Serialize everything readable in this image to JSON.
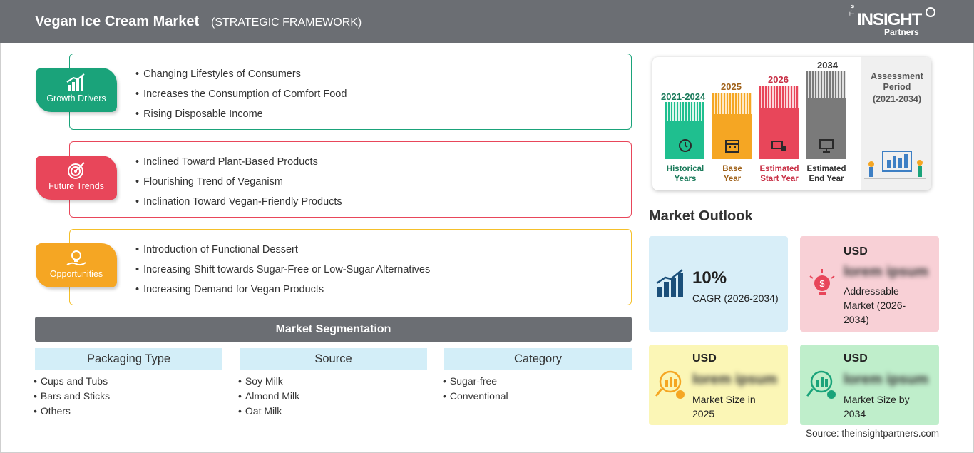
{
  "header": {
    "title": "Vegan Ice Cream Market",
    "subtitle": "(STRATEGIC FRAMEWORK)",
    "logo": {
      "the": "The",
      "insight": "INSIGHT",
      "partners": "Partners"
    }
  },
  "drivers": [
    {
      "label": "Growth Drivers",
      "color": "#1aa37a",
      "icon": "growth-chart-icon",
      "items": [
        "Changing Lifestyles of Consumers",
        "Increases the Consumption of Comfort Food",
        "Rising Disposable Income"
      ]
    },
    {
      "label": "Future Trends",
      "color": "#e8465a",
      "icon": "target-icon",
      "items": [
        "Inclined Toward Plant-Based Products",
        "Flourishing Trend of Veganism",
        "Inclination Toward Vegan-Friendly Products"
      ]
    },
    {
      "label": "Opportunities",
      "color": "#f5a623",
      "icon": "lightbulb-hand-icon",
      "items": [
        "Introduction of Functional Dessert",
        "Increasing Shift towards Sugar-Free or Low-Sugar Alternatives",
        "Increasing Demand for Vegan Products"
      ]
    }
  ],
  "segmentation": {
    "title": "Market Segmentation",
    "columns": [
      {
        "heading": "Packaging Type",
        "items": [
          "Cups and Tubs",
          "Bars and Sticks",
          "Others"
        ]
      },
      {
        "heading": "Source",
        "items": [
          "Soy Milk",
          "Almond Milk",
          "Oat Milk"
        ]
      },
      {
        "heading": "Category",
        "items": [
          "Sugar-free",
          "Conventional"
        ]
      }
    ]
  },
  "period": {
    "bars": [
      {
        "year": "2021-2024",
        "label_line1": "Historical",
        "label_line2": "Years",
        "color": "#1fbf8f",
        "year_color": "#1a7a5a",
        "icon": "history-icon"
      },
      {
        "year": "2025",
        "label_line1": "Base",
        "label_line2": "Year",
        "color": "#f5a623",
        "year_color": "#a0621a",
        "icon": "calendar-icon"
      },
      {
        "year": "2026",
        "label_line1": "Estimated",
        "label_line2": "Start Year",
        "color": "#e8465a",
        "year_color": "#c83046",
        "icon": "start-icon"
      },
      {
        "year": "2034",
        "label_line1": "Estimated",
        "label_line2": "End Year",
        "color": "#7a7a7a",
        "year_color": "#333333",
        "icon": "monitor-icon"
      }
    ],
    "assessment_label": "Assessment Period",
    "assessment_range": "(2021-2034)"
  },
  "outlook": {
    "title": "Market Outlook",
    "cagr_value": "10%",
    "cagr_label": "CAGR (2026-2034)",
    "addressable": {
      "currency": "USD",
      "value": "lorem ipsum",
      "label": "Addressable Market (2026-2034)"
    },
    "size_2025": {
      "currency": "USD",
      "value": "lorem ipsum",
      "label": "Market Size in 2025"
    },
    "size_2034": {
      "currency": "USD",
      "value": "lorem ipsum",
      "label": "Market Size by 2034"
    }
  },
  "source": "Source: theinsightpartners.com"
}
